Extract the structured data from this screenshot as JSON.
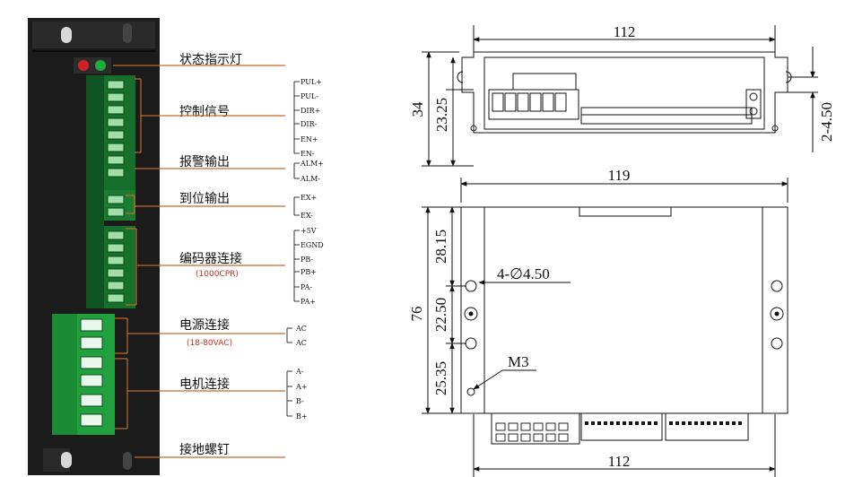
{
  "driver": {
    "labels": {
      "status_led": "状态指示灯",
      "control_signal": "控制信号",
      "alarm_output": "报警输出",
      "in_position_output": "到位输出",
      "encoder_connection": "编码器连接",
      "encoder_note": "(1000CPR)",
      "power_connection": "电源连接",
      "power_note": "(18-80VAC)",
      "motor_connection": "电机连接",
      "ground_screw": "接地螺钉"
    },
    "pins": {
      "control": [
        "PUL+",
        "PUL-",
        "DIR+",
        "DIR-",
        "EN+",
        "EN-"
      ],
      "alarm": [
        "ALM+",
        "ALM-"
      ],
      "in_position": [
        "EX+",
        "EX-"
      ],
      "encoder": [
        "+5V",
        "EGND",
        "PB-",
        "PB+",
        "PA-",
        "PA+"
      ],
      "power": [
        "AC",
        "AC"
      ],
      "motor": [
        "A-",
        "A+",
        "B-",
        "B+"
      ]
    }
  },
  "dimensions": {
    "top_view_width": "112",
    "top_view_height": "34",
    "top_view_inner_height": "23.25",
    "top_view_slot": "2-4.50",
    "front_overall_width": "119",
    "front_height": "76",
    "front_seg_top": "28.15",
    "front_seg_mid": "22.50",
    "front_seg_bottom": "25.35",
    "hole_callout": "4-∅4.50",
    "screw_callout": "M3",
    "front_bottom_width": "112"
  },
  "colors": {
    "terminal_green": "#1e9e3a",
    "driver_body": "#1b1b1b",
    "leader_line": "#c46a2c",
    "note_red": "#c03020"
  }
}
